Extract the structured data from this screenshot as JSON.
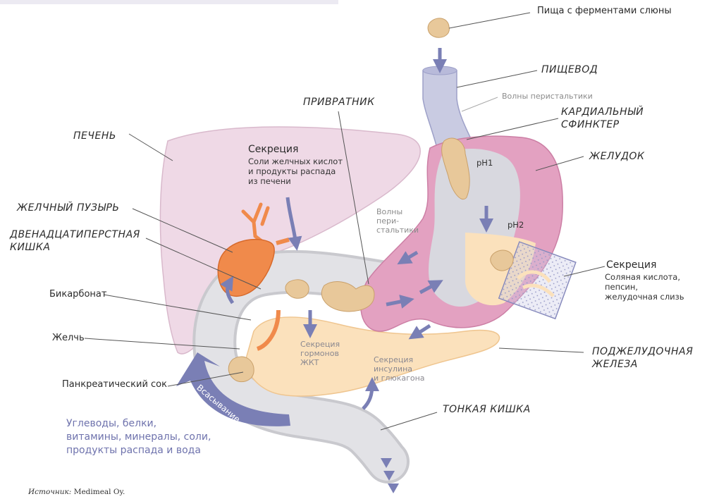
{
  "labels": {
    "food": "Пища с ферментами слюны",
    "esophagus": "ПИЩЕВОД",
    "peristalsis_waves_top": "Волны перистальтики",
    "cardiac_sphincter": "КАРДИАЛЬНЫЙ\nСФИНКТЕР",
    "stomach": "ЖЕЛУДОК",
    "pylorus": "ПРИВРАТНИК",
    "liver": "ПЕЧЕНЬ",
    "liver_secretion_title": "Секреция",
    "liver_secretion_text": "Соли желчных кислот\nи продукты распада\nиз печени",
    "gallbladder": "ЖЕЛЧНЫЙ ПУЗЫРЬ",
    "duodenum": "ДВЕНАДЦАТИПЕРСТНАЯ\nКИШКА",
    "bicarbonate": "Бикарбонат",
    "bile": "Желчь",
    "pancreatic_juice": "Панкреатический сок",
    "peristalsis_waves_mid": "Волны\nпери-\nстальтики",
    "ph1": "pH1",
    "ph2": "pH2",
    "stomach_secretion_title": "Секреция",
    "stomach_secretion_text": "Соляная кислота,\nпепсин,\nжелудочная слизь",
    "pancreas": "ПОДЖЕЛУДОЧНАЯ\nЖЕЛЕЗА",
    "hormone_secretion": "Секреция\nгормонов\nЖКТ",
    "insulin_secretion": "Секреция\nинсулина\nи глюкагона",
    "small_intestine": "ТОНКАЯ КИШКА",
    "absorption": "Всасывание",
    "nutrients": "Углеводы, белки,\nвитамины, минералы, соли,\nпродукты распада и вода",
    "source_label": "Источник:",
    "source_value": "Medimeal Oy."
  },
  "colors": {
    "liver": "#efd9e6",
    "gallbladder": "#f08a4b",
    "stomach": "#e3a1c1",
    "stomach_inner": "#d8d8df",
    "esophagus": "#c9cbe2",
    "food": "#e8c89a",
    "pancreas": "#fbe1bc",
    "intestine": "#dcdce0",
    "arrow": "#7a7fb5",
    "mucosa": "#c8c9e6"
  }
}
